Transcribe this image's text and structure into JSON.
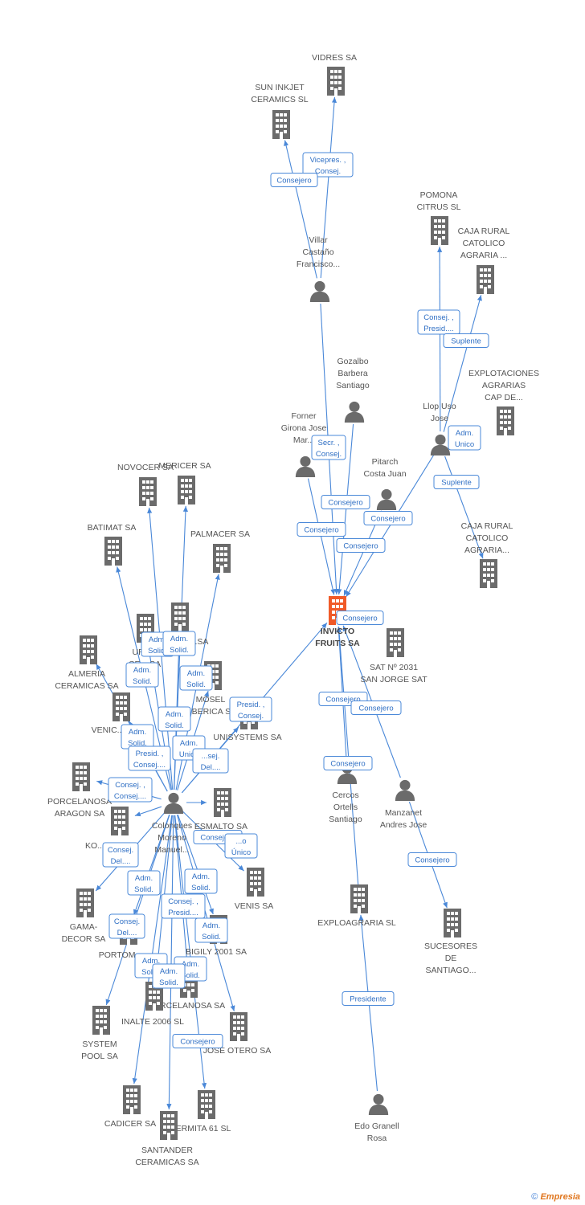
{
  "colors": {
    "edge": "#4a88d8",
    "company": "#6b6b6b",
    "focus": "#f05a28",
    "person": "#6b6b6b",
    "label": "#2f6fc4"
  },
  "nodes": [
    {
      "id": "invicto",
      "type": "focus",
      "label": [
        "INVICTO",
        "FRUITS SA"
      ]
    },
    {
      "id": "vidres",
      "type": "company",
      "label": [
        "VIDRES SA"
      ]
    },
    {
      "id": "suninkjet",
      "type": "company",
      "label": [
        "SUN INKJET",
        "CERAMICS SL"
      ]
    },
    {
      "id": "villar",
      "type": "person",
      "label": [
        "Villar",
        "Castaño",
        "Francisco..."
      ]
    },
    {
      "id": "pomona",
      "type": "company",
      "label": [
        "POMONA",
        "CITRUS  SL"
      ]
    },
    {
      "id": "cajarural1",
      "type": "company",
      "label": [
        "CAJA RURAL",
        "CATOLICO",
        "AGRARIA ..."
      ]
    },
    {
      "id": "explot",
      "type": "company",
      "label": [
        "EXPLOTACIONES",
        "AGRARIAS",
        "CAP DE..."
      ]
    },
    {
      "id": "llop",
      "type": "person",
      "label": [
        "Llop Uso",
        "Jose"
      ]
    },
    {
      "id": "cajarural2",
      "type": "company",
      "label": [
        "CAJA RURAL",
        "CATOLICO",
        "AGRARIA..."
      ]
    },
    {
      "id": "gozalbo",
      "type": "person",
      "label": [
        "Gozalbo",
        "Barbera",
        "Santiago"
      ]
    },
    {
      "id": "forner",
      "type": "person",
      "label": [
        "Forner",
        "Girona Jose",
        "Mar..."
      ]
    },
    {
      "id": "pitarch",
      "type": "person",
      "label": [
        "Pitarch",
        "Costa Juan"
      ]
    },
    {
      "id": "sat2031",
      "type": "company",
      "label": [
        "SAT Nº 2031",
        "SAN JORGE SAT"
      ]
    },
    {
      "id": "cercos",
      "type": "person",
      "label": [
        "Cercos",
        "Ortells",
        "Santiago"
      ]
    },
    {
      "id": "manzanet",
      "type": "person",
      "label": [
        "Manzanet",
        "Andres Jose"
      ]
    },
    {
      "id": "exploagraria",
      "type": "company",
      "label": [
        "EXPLOAGRARIA SL"
      ]
    },
    {
      "id": "sucesores",
      "type": "company",
      "label": [
        "SUCESORES",
        "DE",
        "SANTIAGO..."
      ]
    },
    {
      "id": "edo",
      "type": "person",
      "label": [
        "Edo Granell",
        "Rosa"
      ]
    },
    {
      "id": "colonques",
      "type": "person",
      "label": [
        "Colonques",
        "Moreno",
        "Manuel..."
      ]
    },
    {
      "id": "novocer",
      "type": "company",
      "label": [
        "NOVOCER SA"
      ]
    },
    {
      "id": "mericer",
      "type": "company",
      "label": [
        "MERICER SA"
      ]
    },
    {
      "id": "batimat",
      "type": "company",
      "label": [
        "BATIMAT SA"
      ]
    },
    {
      "id": "palmacer",
      "type": "company",
      "label": [
        "PALMACER SA"
      ]
    },
    {
      "id": "urbatek",
      "type": "company",
      "label": [
        "URB...",
        "CE... SA"
      ]
    },
    {
      "id": "unknownsa",
      "type": "company",
      "label": [
        "...SA"
      ]
    },
    {
      "id": "almeria",
      "type": "company",
      "label": [
        "ALMERIA",
        "CERAMICAS SA"
      ]
    },
    {
      "id": "mosel",
      "type": "company",
      "label": [
        "MOSEL",
        "...BERICA SA"
      ]
    },
    {
      "id": "venicer",
      "type": "company",
      "label": [
        "VENIC..."
      ]
    },
    {
      "id": "unisystems",
      "type": "company",
      "label": [
        "UNISYSTEMS SA"
      ]
    },
    {
      "id": "porcelanosa_aragon",
      "type": "company",
      "label": [
        "PORCELANOSA",
        "ARAGON SA"
      ]
    },
    {
      "id": "esmalto",
      "type": "company",
      "label": [
        "ESMALTO SA"
      ]
    },
    {
      "id": "ko",
      "type": "company",
      "label": [
        "KO..."
      ]
    },
    {
      "id": "venis",
      "type": "company",
      "label": [
        "VENIS SA"
      ]
    },
    {
      "id": "gama",
      "type": "company",
      "label": [
        "GAMA-",
        "DECOR SA"
      ]
    },
    {
      "id": "portom",
      "type": "company",
      "label": [
        "PORTOM..."
      ]
    },
    {
      "id": "bigily",
      "type": "company",
      "label": [
        "BIGILY 2001 SA"
      ]
    },
    {
      "id": "porcelanosa",
      "type": "company",
      "label": [
        "PORCELANOSA SA"
      ]
    },
    {
      "id": "inalte",
      "type": "company",
      "label": [
        "INALTE 2006 SL"
      ]
    },
    {
      "id": "systempool",
      "type": "company",
      "label": [
        "SYSTEM",
        "POOL SA"
      ]
    },
    {
      "id": "joseotero",
      "type": "company",
      "label": [
        "JOSE OTERO SA"
      ]
    },
    {
      "id": "cadicer",
      "type": "company",
      "label": [
        "CADICER SA"
      ]
    },
    {
      "id": "ermita",
      "type": "company",
      "label": [
        "ERMITA 61 SL"
      ]
    },
    {
      "id": "santander",
      "type": "company",
      "label": [
        "SANTANDER",
        "CERAMICAS SA"
      ]
    }
  ],
  "edges": [
    {
      "from": "villar",
      "to": "vidres"
    },
    {
      "from": "villar",
      "to": "suninkjet"
    },
    {
      "from": "villar",
      "to": "invicto"
    },
    {
      "from": "llop",
      "to": "pomona"
    },
    {
      "from": "llop",
      "to": "cajarural1"
    },
    {
      "from": "llop",
      "to": "cajarural2"
    },
    {
      "from": "llop",
      "to": "invicto"
    },
    {
      "from": "gozalbo",
      "to": "invicto"
    },
    {
      "from": "forner",
      "to": "invicto"
    },
    {
      "from": "pitarch",
      "to": "invicto"
    },
    {
      "from": "cercos",
      "to": "invicto"
    },
    {
      "from": "manzanet",
      "to": "invicto"
    },
    {
      "from": "manzanet",
      "to": "sucesores"
    },
    {
      "from": "exploagraria",
      "to": "invicto"
    },
    {
      "from": "edo",
      "to": "exploagraria"
    },
    {
      "from": "colonques",
      "to": "invicto"
    },
    {
      "from": "colonques",
      "to": "novocer"
    },
    {
      "from": "colonques",
      "to": "mericer"
    },
    {
      "from": "colonques",
      "to": "batimat"
    },
    {
      "from": "colonques",
      "to": "palmacer"
    },
    {
      "from": "colonques",
      "to": "urbatek"
    },
    {
      "from": "colonques",
      "to": "unknownsa"
    },
    {
      "from": "colonques",
      "to": "almeria"
    },
    {
      "from": "colonques",
      "to": "mosel"
    },
    {
      "from": "colonques",
      "to": "venicer"
    },
    {
      "from": "colonques",
      "to": "unisystems"
    },
    {
      "from": "colonques",
      "to": "porcelanosa_aragon"
    },
    {
      "from": "colonques",
      "to": "esmalto"
    },
    {
      "from": "colonques",
      "to": "ko"
    },
    {
      "from": "colonques",
      "to": "venis"
    },
    {
      "from": "colonques",
      "to": "gama"
    },
    {
      "from": "colonques",
      "to": "portom"
    },
    {
      "from": "colonques",
      "to": "bigily"
    },
    {
      "from": "colonques",
      "to": "porcelanosa"
    },
    {
      "from": "colonques",
      "to": "inalte"
    },
    {
      "from": "colonques",
      "to": "systempool"
    },
    {
      "from": "colonques",
      "to": "joseotero"
    },
    {
      "from": "colonques",
      "to": "cadicer"
    },
    {
      "from": "colonques",
      "to": "ermita"
    },
    {
      "from": "colonques",
      "to": "santander"
    }
  ],
  "relation_labels": [
    {
      "lines": [
        "Vicepres. ,",
        "Consej."
      ]
    },
    {
      "lines": [
        "Consejero"
      ]
    },
    {
      "lines": [
        "Consej. ,",
        "Presid...."
      ]
    },
    {
      "lines": [
        "Suplente"
      ]
    },
    {
      "lines": [
        "Adm.",
        "Unico"
      ]
    },
    {
      "lines": [
        "Suplente"
      ]
    },
    {
      "lines": [
        "Secr. ,",
        "Consej."
      ]
    },
    {
      "lines": [
        "Consejero"
      ]
    },
    {
      "lines": [
        "Consejero"
      ]
    },
    {
      "lines": [
        "Consejero"
      ]
    },
    {
      "lines": [
        "Consejero"
      ]
    },
    {
      "lines": [
        "Consejero"
      ]
    },
    {
      "lines": [
        "Consejero"
      ]
    },
    {
      "lines": [
        "Consejero"
      ]
    },
    {
      "lines": [
        "Consejero"
      ]
    },
    {
      "lines": [
        "Consejero"
      ]
    },
    {
      "lines": [
        "Presidente"
      ]
    },
    {
      "lines": [
        "Presid. ,",
        "Consej."
      ]
    },
    {
      "lines": [
        "Adm.",
        "Solid."
      ]
    },
    {
      "lines": [
        "Adm.",
        "Solid."
      ]
    },
    {
      "lines": [
        "Adm.",
        "Solid."
      ]
    },
    {
      "lines": [
        "Adm.",
        "Solid."
      ]
    },
    {
      "lines": [
        "Adm.",
        "Solid."
      ]
    },
    {
      "lines": [
        "Adm.",
        "Solid."
      ]
    },
    {
      "lines": [
        "Adm.",
        "Unico"
      ]
    },
    {
      "lines": [
        "Presid. ,",
        "Consej...."
      ]
    },
    {
      "lines": [
        "...sej.",
        "Del...."
      ]
    },
    {
      "lines": [
        "Consej. ,",
        "Consej...."
      ]
    },
    {
      "lines": [
        "Consejero"
      ]
    },
    {
      "lines": [
        "Consej.",
        "Del...."
      ]
    },
    {
      "lines": [
        "...o",
        "Único"
      ]
    },
    {
      "lines": [
        "Adm.",
        "Solid."
      ]
    },
    {
      "lines": [
        "Adm.",
        "Solid."
      ]
    },
    {
      "lines": [
        "Consej. ,",
        "Presid...."
      ]
    },
    {
      "lines": [
        "Consej.",
        "Del...."
      ]
    },
    {
      "lines": [
        "Adm.",
        "Solid."
      ]
    },
    {
      "lines": [
        "Adm.",
        "Solid."
      ]
    },
    {
      "lines": [
        "Adm.",
        "Solid."
      ]
    },
    {
      "lines": [
        "Adm.",
        "Solid."
      ]
    },
    {
      "lines": [
        "Consejero"
      ]
    }
  ],
  "footer": {
    "copyright": "©",
    "brand": "Empresia"
  }
}
